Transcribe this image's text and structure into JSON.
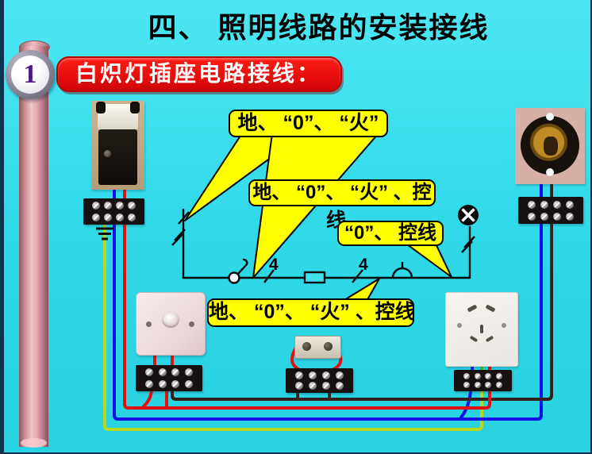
{
  "title": "四、 照明线路的安装接线",
  "badge": {
    "number": "1"
  },
  "banner": {
    "label": "白炽灯插座电路接线："
  },
  "callouts": {
    "c1": "地、 “0”、 “火”",
    "c2_line1": "地、 “0”、 “火” 、控",
    "c2_line2": "线",
    "c3": "“0”、 控线",
    "c4": "地、 “0”、 “火” 、控线"
  },
  "schematic": {
    "wire_counts": [
      "4",
      "4"
    ]
  },
  "colors": {
    "background_cyan": "#2ed8e7",
    "banner_red": "#e60d0d",
    "bubble_yellow": "#ffff00",
    "wire_red": "#e31010",
    "wire_blue": "#0a12e6",
    "wire_earth": "#b8d818",
    "wire_earth_green": "#33cc22",
    "wire_neutral_dark": "#35201c",
    "pipe_pink": "#e5aab2",
    "schematic_black": "#0a0a0a"
  }
}
